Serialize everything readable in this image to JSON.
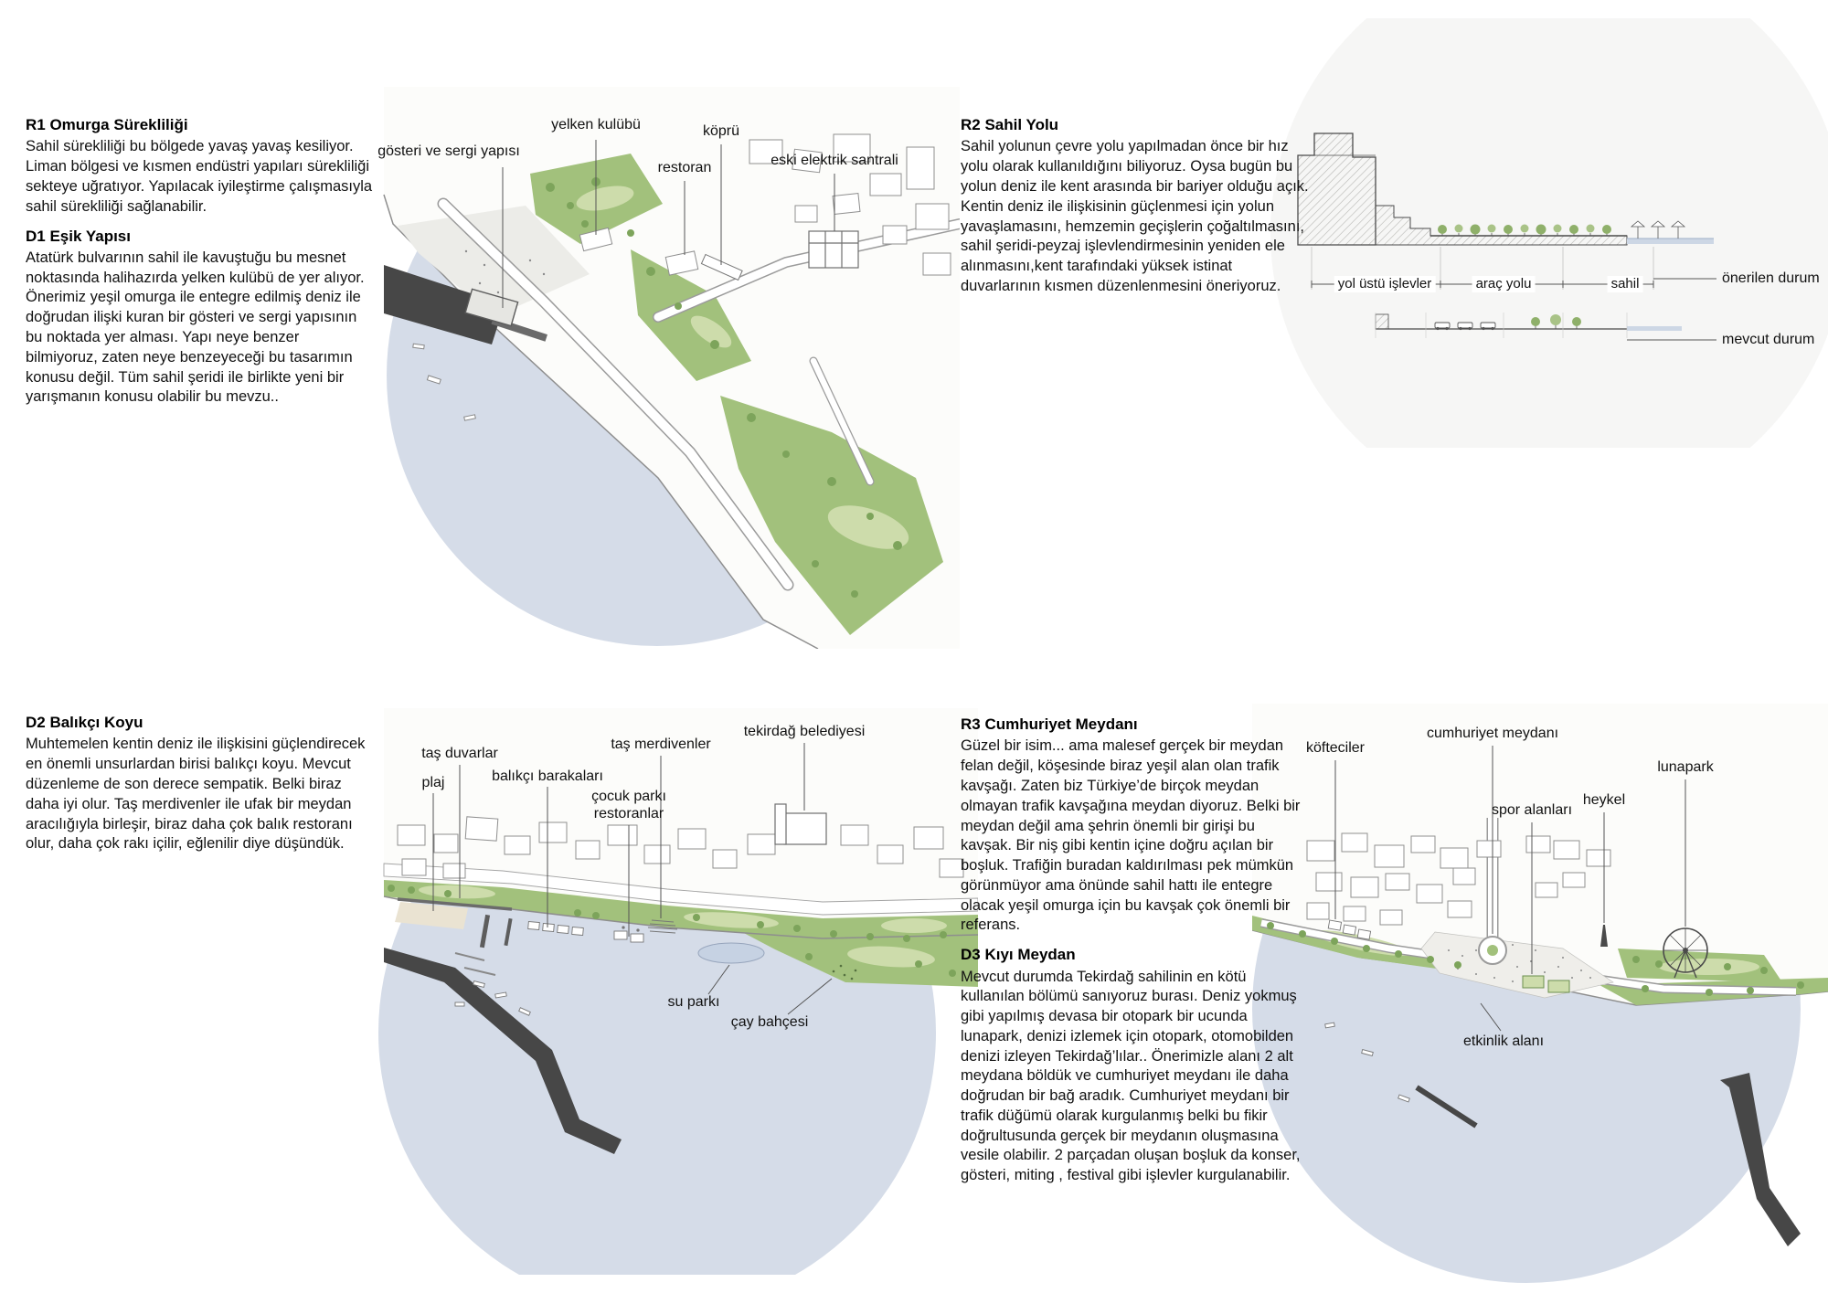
{
  "sections": {
    "r1": {
      "heading": "R1 Omurga Sürekliliği",
      "body": "Sahil sürekliliği bu bölgede yavaş yavaş kesiliyor. Liman bölgesi ve kısmen endüstri yapıları sürekliliği sekteye uğratıyor. Yapılacak iyileştirme çalışmasıyla sahil sürekliliği sağlanabilir."
    },
    "d1": {
      "heading": "D1 Eşik Yapısı",
      "body": "Atatürk bulvarının sahil ile kavuştuğu bu mesnet noktasında halihazırda yelken kulübü de yer alıyor. Önerimiz yeşil omurga ile entegre edilmiş deniz ile doğrudan ilişki kuran bir gösteri ve sergi yapısının bu noktada yer alması. Yapı neye benzer bilmiyoruz, zaten neye benzeyeceği bu tasarımın konusu değil. Tüm sahil şeridi ile birlikte yeni bir yarışmanın konusu olabilir bu mevzu..",
      "labels": {
        "gosteri": "gösteri ve sergi yapısı",
        "yelken": "yelken kulübü",
        "restoran": "restoran",
        "kopru": "köprü",
        "santral": "eski elektrik santrali"
      }
    },
    "r2": {
      "heading": "R2 Sahil Yolu",
      "body": "Sahil yolunun çevre yolu yapılmadan önce bir hız yolu olarak kullanıldığını biliyoruz. Oysa bugün bu yolun deniz ile kent arasında bir bariyer olduğu açık. Kentin deniz ile ilişkisinin güçlenmesi için yolun yavaşlamasını, hemzemin geçişlerin çoğaltılmasını, sahil şeridi-peyzaj işlevlendirmesinin yeniden ele alınmasını,kent tarafındaki yüksek istinat duvarlarının kısmen düzenlenmesini öneriyoruz.",
      "section_labels": {
        "yol_ustu": "yol üstü işlevler",
        "arac_yolu": "araç yolu",
        "sahil": "sahil",
        "onerilen": "önerilen durum",
        "mevcut": "mevcut durum"
      }
    },
    "d2": {
      "heading": "D2 Balıkçı Koyu",
      "body": "Muhtemelen kentin deniz ile ilişkisini güçlendirecek en önemli unsurlardan birisi balıkçı koyu. Mevcut düzenleme de son derece sempatik. Belki biraz daha iyi olur. Taş merdivenler ile ufak bir meydan aracılığıyla birleşir, biraz daha çok balık restoranı olur, daha çok rakı içilir, eğlenilir diye düşündük.",
      "labels": {
        "tas_duvarlar": "taş duvarlar",
        "plaj": "plaj",
        "barakalar": "balıkçı barakaları",
        "cocuk_parki": "çocuk parkı",
        "restoranlar": "restoranlar",
        "tas_merdivenler": "taş merdivenler",
        "belediye": "tekirdağ belediyesi",
        "su_parki": "su parkı",
        "cay_bahcesi": "çay bahçesi"
      }
    },
    "r3": {
      "heading": "R3 Cumhuriyet Meydanı",
      "body": "Güzel bir isim... ama malesef gerçek bir meydan felan değil, köşesinde biraz yeşil alan olan trafik kavşağı. Zaten biz Türkiye’de birçok meydan olmayan trafik kavşağına meydan diyoruz. Belki bir meydan değil ama şehrin önemli bir girişi bu kavşak. Bir niş gibi kentin içine doğru açılan bir boşluk. Trafiğin buradan kaldırılması pek mümkün görünmüyor ama önünde sahil hattı ile entegre olacak yeşil omurga için bu kavşak çok önemli bir referans."
    },
    "d3": {
      "heading": "D3 Kıyı Meydan",
      "body": "Mevcut durumda Tekirdağ sahilinin en kötü kullanılan bölümü sanıyoruz burası. Deniz yokmuş gibi yapılmış devasa bir otopark bir ucunda lunapark, denizi izlemek için otopark, otomobilden denizi izleyen Tekirdağ’lılar.. Önerimizle alanı 2 alt meydana böldük ve cumhuriyet meydanı ile daha doğrudan bir bağ aradık. Cumhuriyet meydanı bir trafik düğümü olarak kurgulanmış belki bu fikir doğrultusunda gerçek bir meydanın oluşmasına vesile olabilir. 2 parçadan oluşan boşluk da konser, gösteri, miting , festival gibi işlevler kurgulanabilir.",
      "labels": {
        "kofteciler": "köfteciler",
        "meydan": "cumhuriyet meydanı",
        "spor": "spor alanları",
        "heykel": "heykel",
        "lunapark": "lunapark",
        "etkinlik": "etkinlik alanı"
      }
    }
  },
  "colors": {
    "water": "#d5dce8",
    "green": "#a2c17c",
    "green_light": "#cddcab",
    "tree": "#7da45b",
    "dark_structure": "#474747",
    "backdrop_circle": "#f6f6f5"
  }
}
